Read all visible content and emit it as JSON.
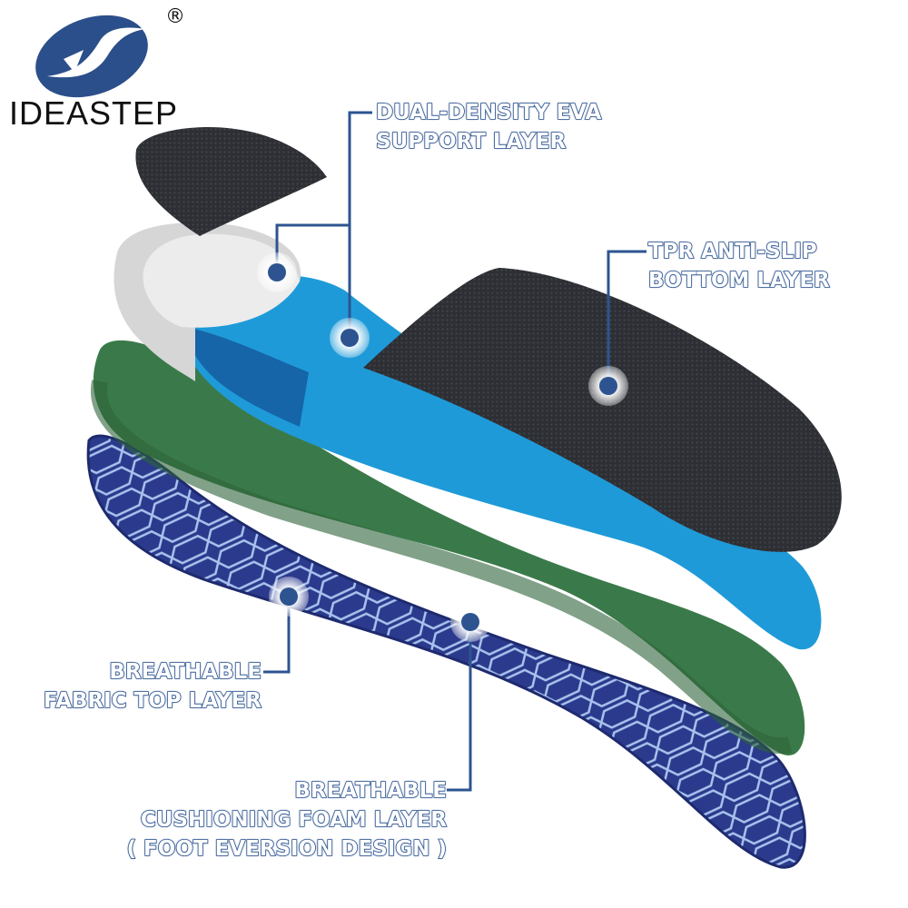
{
  "logo": {
    "brand": "IDEASTEP",
    "registered_mark": "®",
    "color": "#2b4f8a"
  },
  "labels": {
    "eva": [
      "DUAL-DENSITY EVA",
      "SUPPORT LAYER"
    ],
    "tpr": [
      "TPR ANTI-SLIP",
      "BOTTOM LAYER"
    ],
    "fabric": [
      "BREATHABLE",
      "FABRIC TOP LAYER"
    ],
    "foam": [
      "BREATHABLE",
      "CUSHIONING FOAM LAYER",
      "( FOOT EVERSION DESIGN )"
    ]
  },
  "colors": {
    "label_outline": "#2d5490",
    "fabric_layer": "#2b3a8c",
    "foam_layer": "#3a7a4a",
    "eva_layer": "#1f9ad8",
    "heel_cup": "#d6d6d6",
    "tpr_pad": "#2a2c30"
  }
}
